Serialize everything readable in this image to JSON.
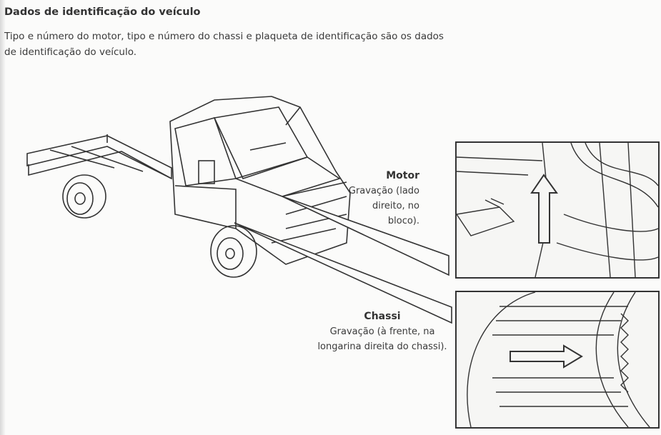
{
  "title": "Dados de identificação do veículo",
  "intro": "Tipo e número do motor, tipo e número do chassi e plaqueta de identificação são os dados de identificação do veículo.",
  "motor": {
    "label": "Motor",
    "description": "Gravação (lado direito, no bloco)."
  },
  "chassi": {
    "label": "Chassi",
    "description": "Gravação (à frente, na longarina direita do chassi)."
  }
}
